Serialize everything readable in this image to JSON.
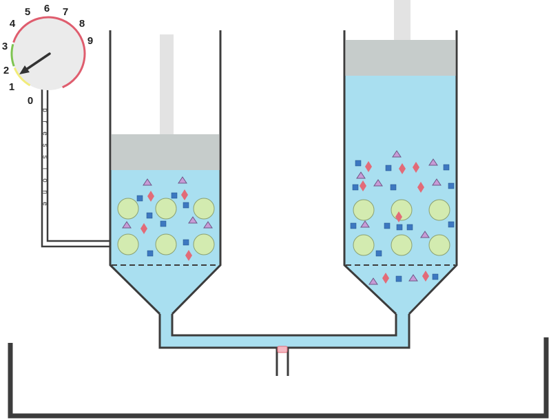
{
  "colors": {
    "liquid": "#a9dff0",
    "outline": "#3c3c3c",
    "piston": "#c6cccb",
    "rod": "#e3e3e3",
    "bead": "#d3ebb0",
    "bead_stroke": "#8aa070",
    "diamond": "#e26b78",
    "square": "#3d78c0",
    "triangle": "#c79bd6",
    "gauge_face": "#ebebeb",
    "gauge_red": "#df5d6e",
    "gauge_green": "#7ec451",
    "gauge_yellow": "#f2ec7a",
    "needle": "#333333",
    "valve": "#f4b8c2"
  },
  "gauge": {
    "ticks": [
      "0",
      "1",
      "2",
      "3",
      "4",
      "5",
      "6",
      "7",
      "8",
      "9"
    ],
    "needle_value": 2,
    "label": "pressione"
  },
  "particle_types": [
    "diamond",
    "square",
    "triangle"
  ]
}
